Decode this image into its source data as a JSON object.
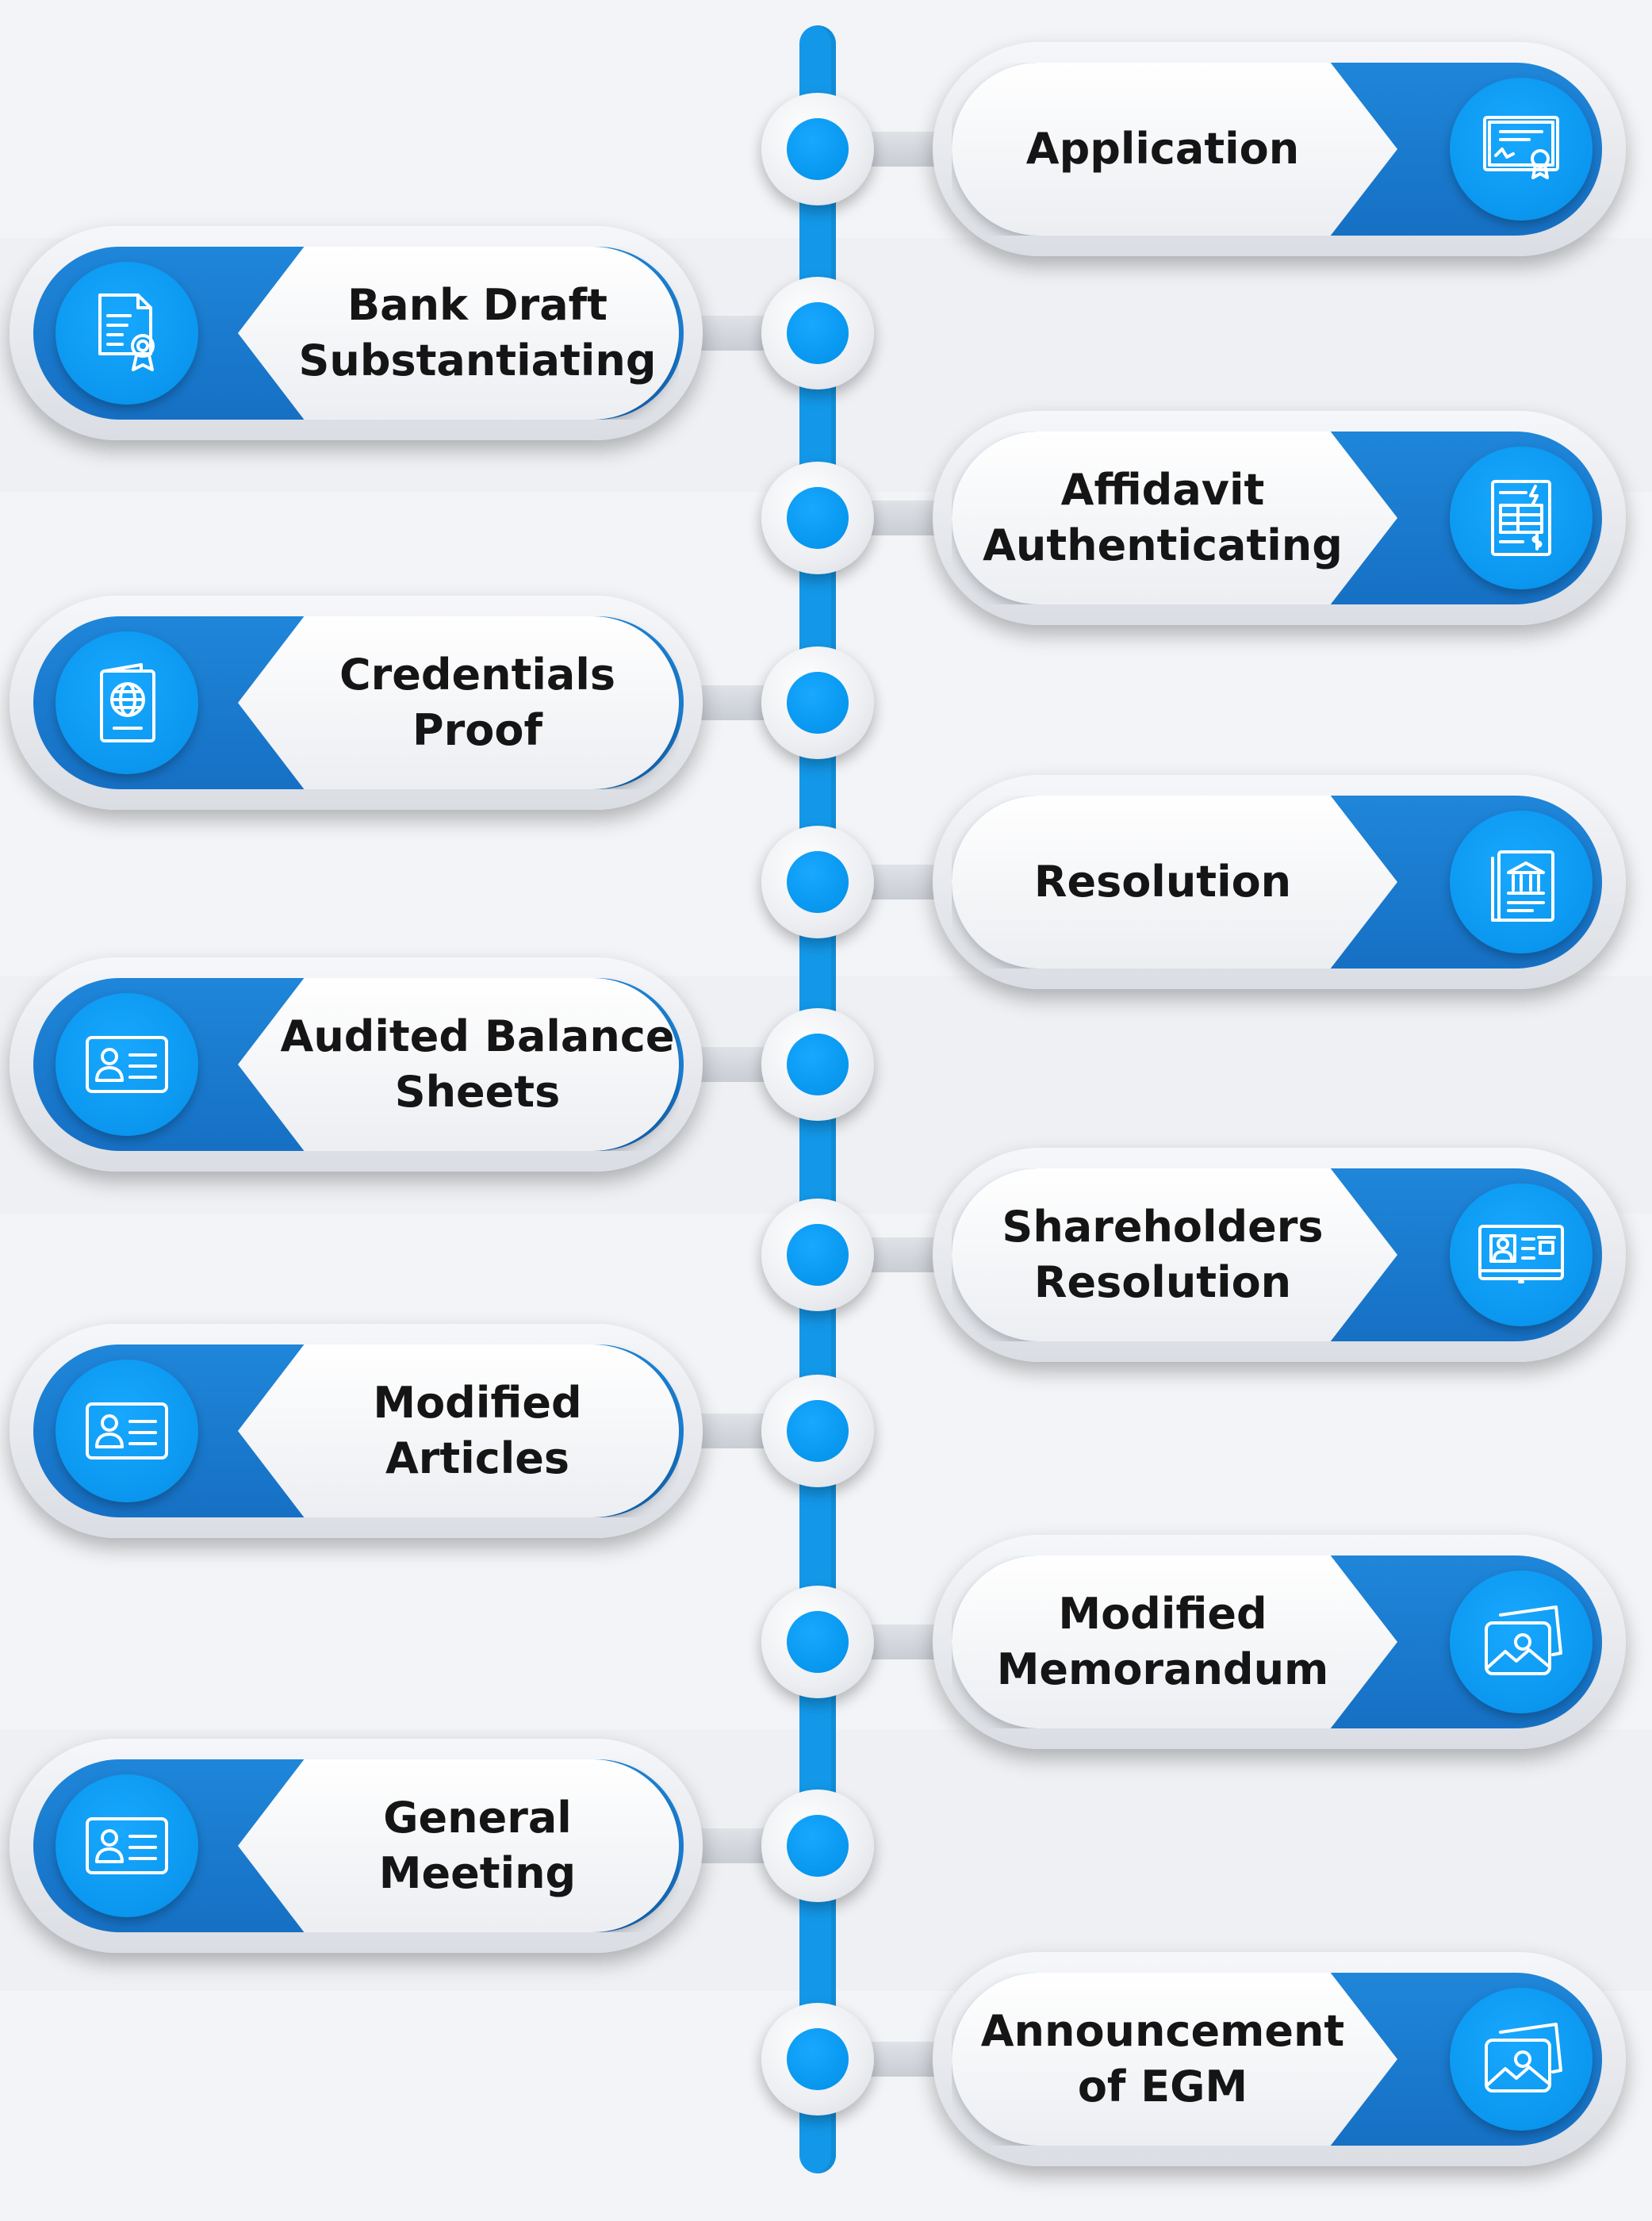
{
  "steps": [
    {
      "label": "Application",
      "side": "right",
      "icon": "certificate-icon"
    },
    {
      "label": "Bank Draft Substantiating",
      "side": "left",
      "icon": "certificate-document-icon"
    },
    {
      "label": "Affidavit Authenticating",
      "side": "right",
      "icon": "invoice-icon"
    },
    {
      "label": "Credentials Proof",
      "side": "left",
      "icon": "passport-icon"
    },
    {
      "label": "Resolution",
      "side": "right",
      "icon": "bank-document-icon"
    },
    {
      "label": "Audited Balance Sheets",
      "side": "left",
      "icon": "id-card-icon"
    },
    {
      "label": "Shareholders Resolution",
      "side": "right",
      "icon": "id-card-screen-icon"
    },
    {
      "label": "Modified Articles",
      "side": "left",
      "icon": "id-card-icon"
    },
    {
      "label": "Modified Memorandum",
      "side": "right",
      "icon": "photo-icon"
    },
    {
      "label": "General Meeting",
      "side": "left",
      "icon": "id-card-icon"
    },
    {
      "label": "Announcement of EGM",
      "side": "right",
      "icon": "photo-icon"
    }
  ],
  "colors": {
    "spine": "#1398e9",
    "pill_blue": "#1a7bd0",
    "icon_circle": "#0b97ef",
    "text": "#151515",
    "background": "#f3f4f7"
  }
}
